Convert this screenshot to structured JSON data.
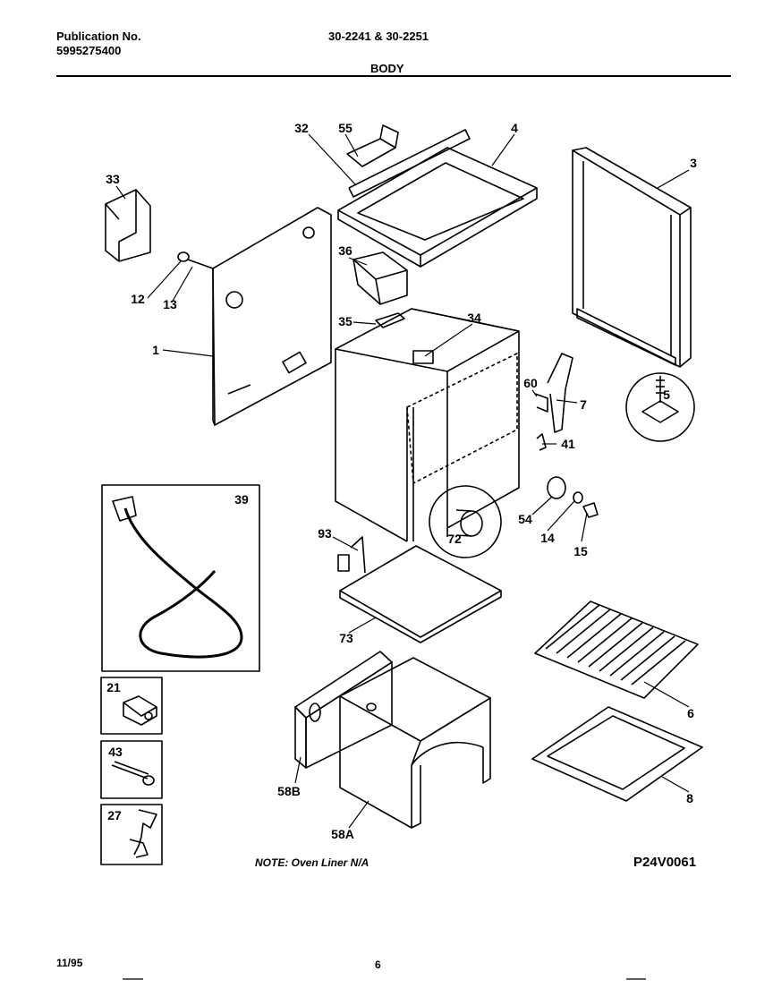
{
  "header": {
    "publication_label": "Publication No.",
    "publication_number": "5995275400",
    "models": "30-2241 & 30-2251",
    "section": "BODY"
  },
  "callouts": {
    "c32": "32",
    "c55": "55",
    "c4": "4",
    "c3": "3",
    "c33": "33",
    "c12": "12",
    "c13": "13",
    "c36": "36",
    "c1": "1",
    "c35": "35",
    "c34": "34",
    "c60": "60",
    "c7": "7",
    "c5": "5",
    "c41": "41",
    "c39": "39",
    "c54": "54",
    "c14": "14",
    "c15": "15",
    "c72": "72",
    "c93": "93",
    "c73": "73",
    "c21": "21",
    "c6": "6",
    "c43": "43",
    "c58B": "58B",
    "c8": "8",
    "c27": "27",
    "c58A": "58A"
  },
  "note": "NOTE: Oven Liner N/A",
  "drawing_code": "P24V0061",
  "footer": {
    "date": "11/95",
    "page": "6"
  }
}
